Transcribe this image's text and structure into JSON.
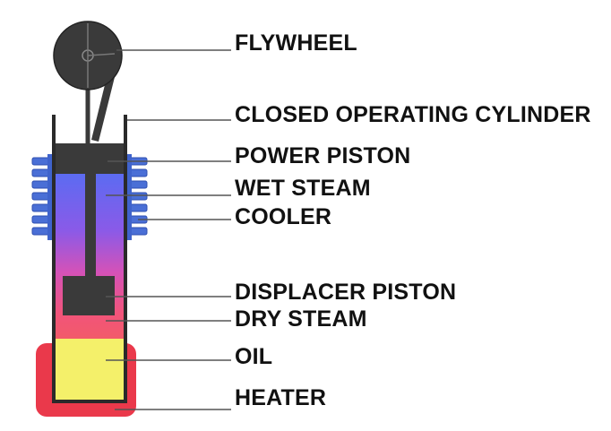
{
  "title": "",
  "labels": {
    "flywheel": "FLYWHEEL",
    "closed_operating_cylinder": "CLOSED OPERATING CYLINDER",
    "power_piston": "POWER PISTON",
    "wet_steam": "WET STEAM",
    "cooler": "COOLER",
    "displacer_piston": "DISPLACER PISTON",
    "dry_steam": "DRY STEAM",
    "oil": "OIL",
    "heater": "HEATER"
  },
  "colors": {
    "flywheel": "#3a3a3a",
    "piston": "#3a3a3a",
    "cylinder_wall": "#2a2a2a",
    "cooler_fins": "#4a6fd6",
    "wet_steam": "#6a5cf0",
    "dry_steam": "#f0507a",
    "oil": "#f4f06a",
    "heater": "#e8283c",
    "leader_line": "#555555"
  }
}
